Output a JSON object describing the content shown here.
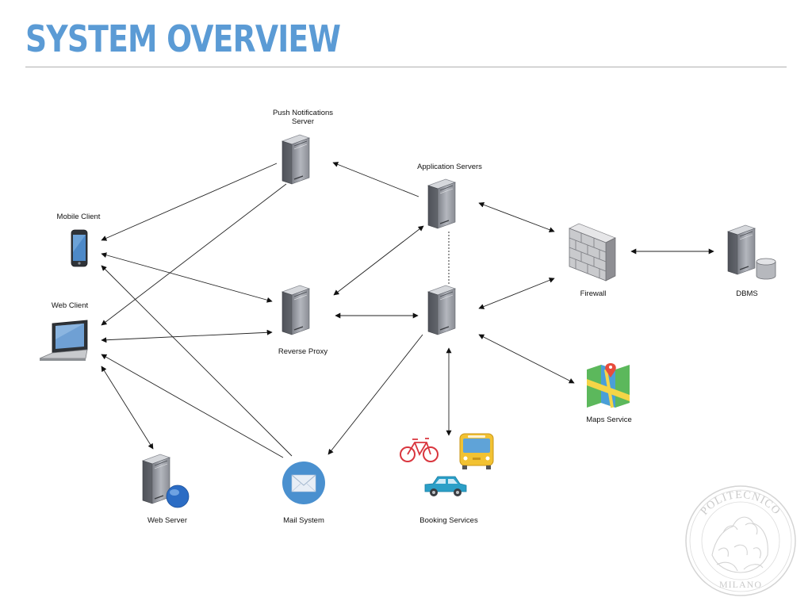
{
  "slide": {
    "title": "SYSTEM OVERVIEW"
  },
  "nodes": {
    "push_server": {
      "label_line1": "Push Notifications",
      "label_line2": "Server",
      "icon": "server-icon"
    },
    "app_servers": {
      "label": "Application Servers",
      "icon": "server-icon"
    },
    "reverse_proxy": {
      "label": "Reverse Proxy",
      "icon": "server-icon"
    },
    "firewall": {
      "label": "Firewall",
      "icon": "firewall-icon"
    },
    "dbms": {
      "label": "DBMS",
      "icon": "database-server-icon"
    },
    "mobile_client": {
      "label": "Mobile Client",
      "icon": "smartphone-icon"
    },
    "web_client": {
      "label": "Web Client",
      "icon": "laptop-icon"
    },
    "web_server": {
      "label": "Web Server",
      "icon": "web-server-icon"
    },
    "mail_system": {
      "label": "Mail System",
      "icon": "envelope-icon"
    },
    "booking_services": {
      "label": "Booking Services",
      "icons": [
        "bicycle-icon",
        "bus-icon",
        "car-icon"
      ]
    },
    "maps_service": {
      "label": "Maps Service",
      "icon": "map-icon"
    }
  },
  "logo": {
    "text_top": "POLITECNICO",
    "text_bottom": "MILANO",
    "icon": "politecnico-seal-icon"
  },
  "colors": {
    "title": "#5b9bd5",
    "rule": "#b0b0b0"
  }
}
